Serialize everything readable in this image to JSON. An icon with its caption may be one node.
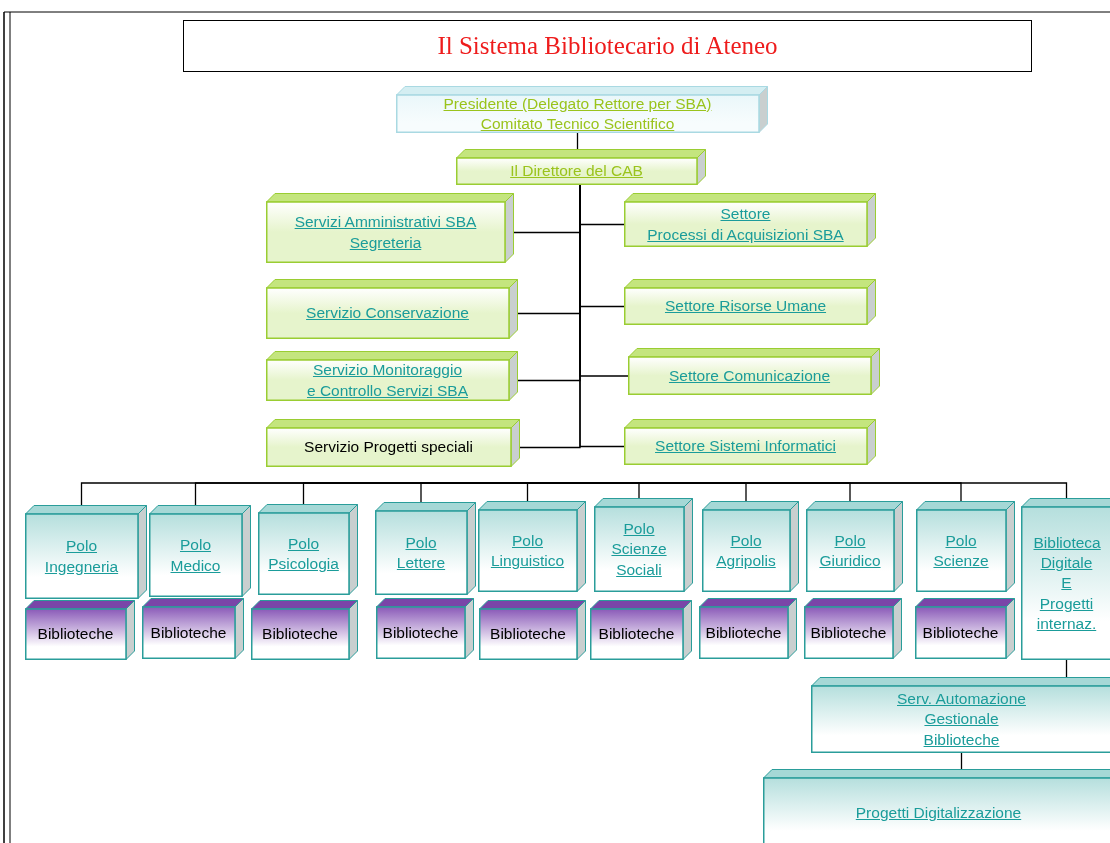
{
  "diagram": {
    "title": "Il Sistema Bibliotecario di Ateneo",
    "nodes": [
      {
        "text": [
          "Presidente (Delegato Rettore per SBA)",
          "Comitato Tecnico Scientifico"
        ]
      },
      {
        "text": [
          "Il Direttore del CAB"
        ]
      },
      {
        "text": [
          "Servizi Amministrativi SBA Segreteria"
        ]
      },
      {
        "text": [
          "Settore",
          "Processi di Acquisizioni SBA"
        ]
      },
      {
        "text": [
          "Servizio Conservazione"
        ]
      },
      {
        "text": [
          "Settore Risorse Umane"
        ]
      },
      {
        "text": [
          "Servizio Monitoraggio",
          "e Controllo Servizi SBA"
        ]
      },
      {
        "text": [
          "Settore Comunicazione"
        ]
      },
      {
        "text": [
          "Servizio Progetti speciali"
        ]
      },
      {
        "text": [
          "Settore Sistemi Informatici"
        ]
      },
      {
        "text": [
          "Polo Ingegneria"
        ]
      },
      {
        "text": [
          "Polo Medico"
        ]
      },
      {
        "text": [
          "Polo Psicologia"
        ]
      },
      {
        "text": [
          "Polo Lettere"
        ]
      },
      {
        "text": [
          "Polo Linguistico"
        ]
      },
      {
        "text": [
          "Polo Scienze Sociali"
        ]
      },
      {
        "text": [
          "Polo Agripolis"
        ]
      },
      {
        "text": [
          "Polo Giuridico"
        ]
      },
      {
        "text": [
          "Polo Scienze"
        ]
      },
      {
        "text": [
          "Biblioteca Digitale E Progetti internaz."
        ]
      },
      {
        "text": [
          "Biblioteche"
        ]
      },
      {
        "text": [
          "Biblioteche"
        ]
      },
      {
        "text": [
          "Biblioteche"
        ]
      },
      {
        "text": [
          "Biblioteche"
        ]
      },
      {
        "text": [
          "Biblioteche"
        ]
      },
      {
        "text": [
          "Biblioteche"
        ]
      },
      {
        "text": [
          "Biblioteche"
        ]
      },
      {
        "text": [
          "Biblioteche"
        ]
      },
      {
        "text": [
          "Biblioteche"
        ]
      },
      {
        "text": [
          "Serv. Automazione Gestionale Biblioteche"
        ]
      },
      {
        "text": [
          "Progetti Digitalizzazione"
        ]
      }
    ],
    "edges": [
      {
        "from": 0,
        "to": 1,
        "arrow": "none"
      },
      {
        "from": 1,
        "to": 2,
        "arrow": "none"
      },
      {
        "from": 1,
        "to": 3,
        "arrow": "none"
      },
      {
        "from": 1,
        "to": 4,
        "arrow": "none"
      },
      {
        "from": 1,
        "to": 5,
        "arrow": "none"
      },
      {
        "from": 1,
        "to": 6,
        "arrow": "none"
      },
      {
        "from": 1,
        "to": 7,
        "arrow": "none"
      },
      {
        "from": 1,
        "to": 8,
        "arrow": "none"
      },
      {
        "from": 1,
        "to": 9,
        "arrow": "none"
      },
      {
        "from": null,
        "to": 10,
        "arrow": "none"
      },
      {
        "from": null,
        "to": 11,
        "arrow": "none"
      },
      {
        "from": null,
        "to": 12,
        "arrow": "none"
      },
      {
        "from": null,
        "to": 13,
        "arrow": "none"
      },
      {
        "from": null,
        "to": 14,
        "arrow": "none"
      },
      {
        "from": null,
        "to": 15,
        "arrow": "none"
      },
      {
        "from": null,
        "to": 16,
        "arrow": "none"
      },
      {
        "from": null,
        "to": 17,
        "arrow": "none"
      },
      {
        "from": null,
        "to": 18,
        "arrow": "none"
      },
      {
        "from": null,
        "to": 19,
        "arrow": "none"
      },
      {
        "from": 19,
        "to": 29,
        "arrow": "none"
      },
      {
        "from": 29,
        "to": 30,
        "arrow": "none"
      }
    ]
  }
}
